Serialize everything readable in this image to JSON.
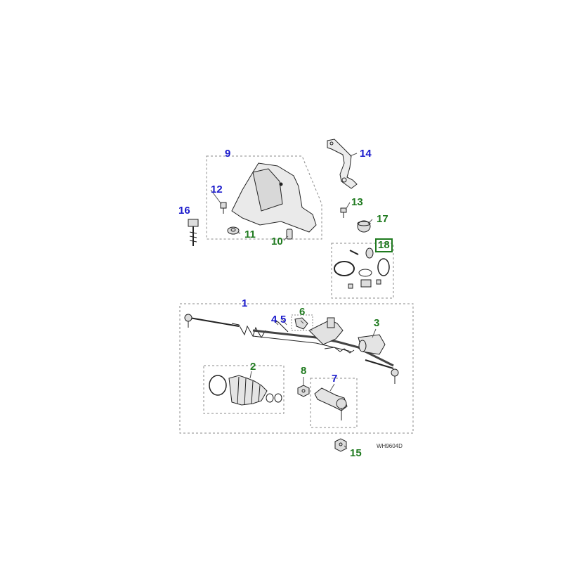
{
  "diagram": {
    "reference_code": "WH9604D",
    "colors": {
      "link_blue": "#1a1acc",
      "link_green": "#1f7a1f",
      "line": "#222222",
      "dash": "#888888",
      "part_fill": "#e6e6e6"
    },
    "callouts": [
      {
        "id": "1",
        "label": "1",
        "color": "blue"
      },
      {
        "id": "2",
        "label": "2",
        "color": "green"
      },
      {
        "id": "3",
        "label": "3",
        "color": "green"
      },
      {
        "id": "4",
        "label": "4",
        "color": "blue"
      },
      {
        "id": "5",
        "label": "5",
        "color": "blue"
      },
      {
        "id": "6",
        "label": "6",
        "color": "green"
      },
      {
        "id": "7",
        "label": "7",
        "color": "blue"
      },
      {
        "id": "8",
        "label": "8",
        "color": "green"
      },
      {
        "id": "9",
        "label": "9",
        "color": "blue"
      },
      {
        "id": "10",
        "label": "10",
        "color": "green"
      },
      {
        "id": "11",
        "label": "11",
        "color": "green"
      },
      {
        "id": "12",
        "label": "12",
        "color": "blue"
      },
      {
        "id": "13",
        "label": "13",
        "color": "green"
      },
      {
        "id": "14",
        "label": "14",
        "color": "blue"
      },
      {
        "id": "15",
        "label": "15",
        "color": "green"
      },
      {
        "id": "16",
        "label": "16",
        "color": "blue"
      },
      {
        "id": "17",
        "label": "17",
        "color": "green"
      },
      {
        "id": "18",
        "label": "18",
        "color": "green",
        "boxed": true
      }
    ]
  }
}
